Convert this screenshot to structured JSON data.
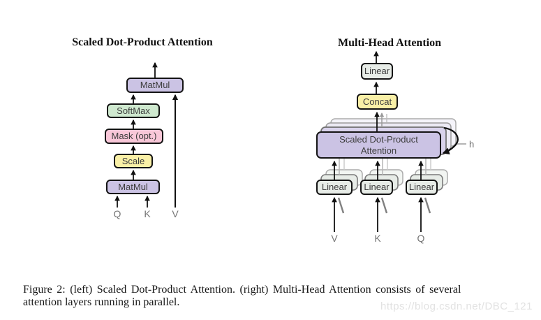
{
  "left_diagram": {
    "title": "Scaled Dot-Product Attention",
    "blocks": {
      "matmul_top": "MatMul",
      "softmax": "SoftMax",
      "mask": "Mask (opt.)",
      "scale": "Scale",
      "matmul_bottom": "MatMul"
    },
    "inputs": {
      "q": "Q",
      "k": "K",
      "v": "V"
    }
  },
  "right_diagram": {
    "title": "Multi-Head Attention",
    "blocks": {
      "linear_top": "Linear",
      "concat": "Concat",
      "attention": "Scaled Dot-Product\nAttention",
      "linear_v": "Linear",
      "linear_k": "Linear",
      "linear_q": "Linear"
    },
    "head_count_label": "h",
    "inputs": {
      "v": "V",
      "k": "K",
      "q": "Q"
    }
  },
  "caption": {
    "line1": "Figure 2: (left) Scaled Dot-Product Attention.  (right) Multi-Head Attention consists of several",
    "line2": "attention layers running in parallel."
  },
  "watermark": "https://blog.csdn.net/DBC_121",
  "colors": {
    "purple": "#cbc3e4",
    "ghost_purple": "#d9d3ec",
    "green": "#cfe9cf",
    "pink": "#f8c7d8",
    "yellow": "#f9f0a7",
    "box_gray": "#e7ece7",
    "arrow": "#111111",
    "label_gray": "#757575",
    "watermark_gray": "#e2e2e2"
  }
}
